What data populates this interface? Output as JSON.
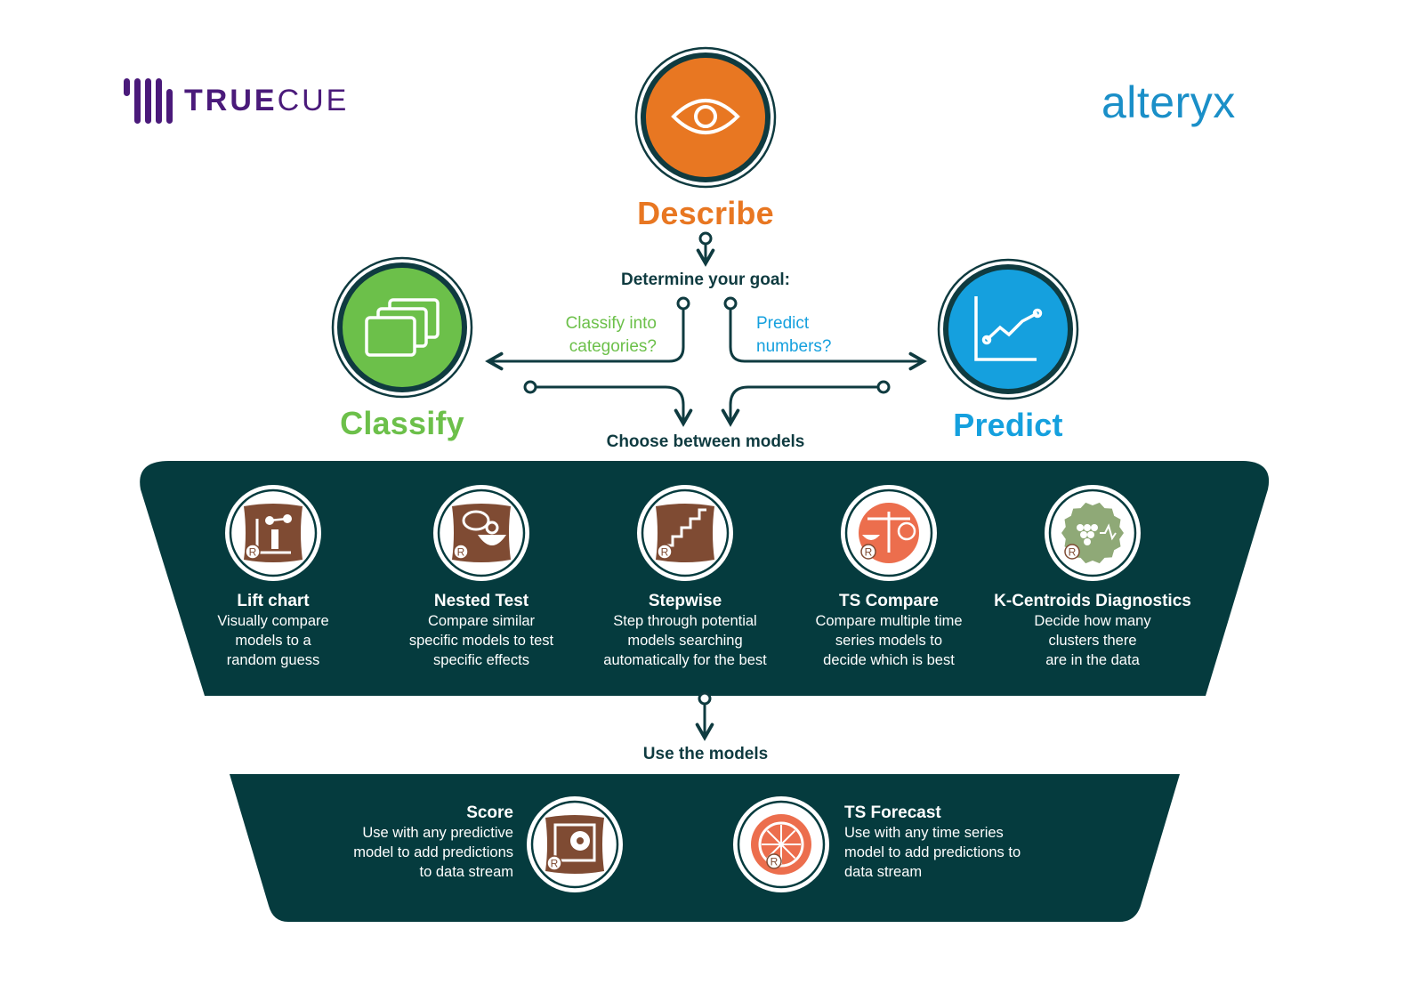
{
  "logos": {
    "left": {
      "strong": "TRUE",
      "light": "CUE"
    },
    "right": "alteryx"
  },
  "stages": {
    "describe": {
      "label": "Describe",
      "color": "#e87722",
      "icon": "eye-icon"
    },
    "classify": {
      "label": "Classify",
      "color": "#6cc04a",
      "icon": "cards-icon"
    },
    "predict": {
      "label": "Predict",
      "color": "#15a0de",
      "icon": "line-chart-icon"
    }
  },
  "flow": {
    "goal_prompt": "Determine your goal:",
    "classify_question": [
      "Classify into",
      "categories?"
    ],
    "predict_question": [
      "Predict",
      "numbers?"
    ],
    "choose": "Choose between models",
    "use": "Use the models"
  },
  "colors": {
    "dark_teal": "#053b3e",
    "tool_brown": "#7f4b33",
    "tool_orange": "#ec6e4d",
    "tool_green": "#8fa977"
  },
  "compare_tools": [
    {
      "title": "Lift chart",
      "desc": [
        "Visually compare",
        "models to a",
        "random guess"
      ],
      "icon": "lift-chart-icon"
    },
    {
      "title": "Nested Test",
      "desc": [
        "Compare similar",
        "specific models to test",
        "specific effects"
      ],
      "icon": "nested-test-icon"
    },
    {
      "title": "Stepwise",
      "desc": [
        "Step through potential",
        "models searching",
        "automatically for the best"
      ],
      "icon": "stepwise-icon"
    },
    {
      "title": "TS Compare",
      "desc": [
        "Compare multiple time",
        "series models to",
        "decide which is best"
      ],
      "icon": "ts-compare-icon"
    },
    {
      "title": "K-Centroids Diagnostics",
      "desc": [
        "Decide how many",
        "clusters there",
        "are in the data"
      ],
      "icon": "k-centroids-icon"
    }
  ],
  "use_tools": [
    {
      "title": "Score",
      "desc": [
        "Use with any predictive",
        "model to add predictions",
        "to data stream"
      ],
      "icon": "score-icon"
    },
    {
      "title": "TS Forecast",
      "desc": [
        "Use with any time series",
        "model to add predictions to",
        "data stream"
      ],
      "icon": "ts-forecast-icon"
    }
  ],
  "r_badge": "R"
}
